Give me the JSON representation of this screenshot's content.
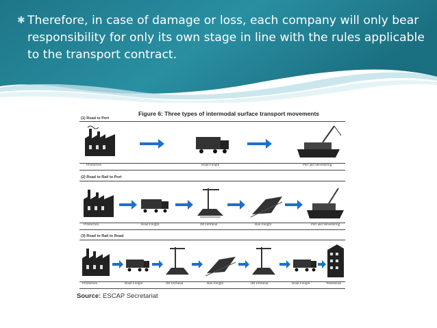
{
  "slide": {
    "bullet_icon": "asterisk-icon",
    "text": "Therefore, in case of damage or loss, each company will only bear responsibility for only its own stage in line with the rules applicable to the transport contract."
  },
  "figure": {
    "title": "Figure 6: Three types of intermodal surface transport movements",
    "sections": [
      {
        "title": "(1) Road to Port",
        "captions": [
          "Production",
          "Road Freight",
          "Port and Stevedoring"
        ]
      },
      {
        "title": "(2) Road to Rail to Port",
        "captions": [
          "Production",
          "Road Freight",
          "IM Terminal",
          "Rail Freight",
          "Port and Stevedoring"
        ]
      },
      {
        "title": "(3) Road to Rail to Road",
        "captions": [
          "Production",
          "Road Freight",
          "IM Terminal",
          "Rail Freight",
          "IM Terminal",
          "Road Freight",
          "Warehouse"
        ]
      }
    ],
    "source_label": "Source:",
    "source_value": "ESCAP Secretariat"
  },
  "colors": {
    "header_teal": "#1b7f92",
    "header_light": "#3aa0b0",
    "arrow_blue": "#1d6fd0"
  }
}
